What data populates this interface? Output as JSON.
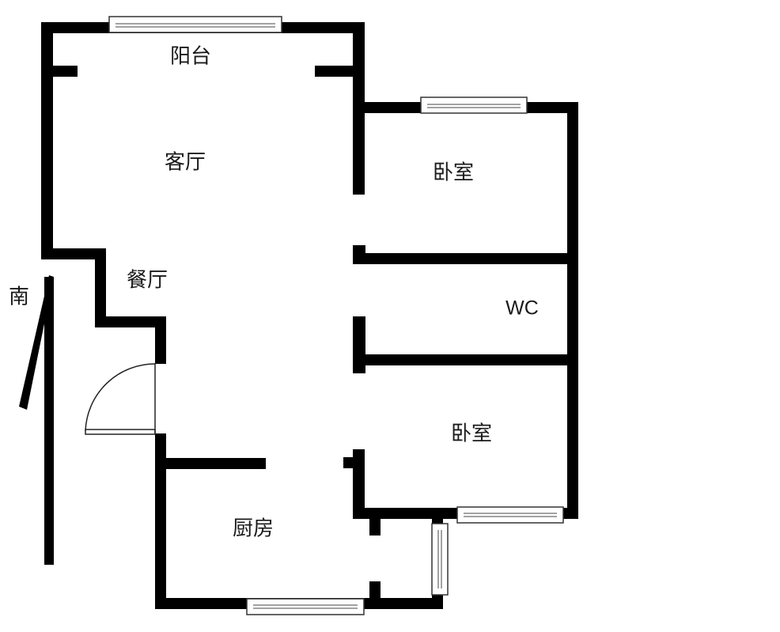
{
  "floorplan": {
    "compass_label": "南",
    "rooms": {
      "balcony": "阳台",
      "living_room": "客厅",
      "dining_room": "餐厅",
      "bedroom_north": "卧室",
      "wc": "WC",
      "bedroom_south": "卧室",
      "kitchen": "厨房"
    }
  }
}
